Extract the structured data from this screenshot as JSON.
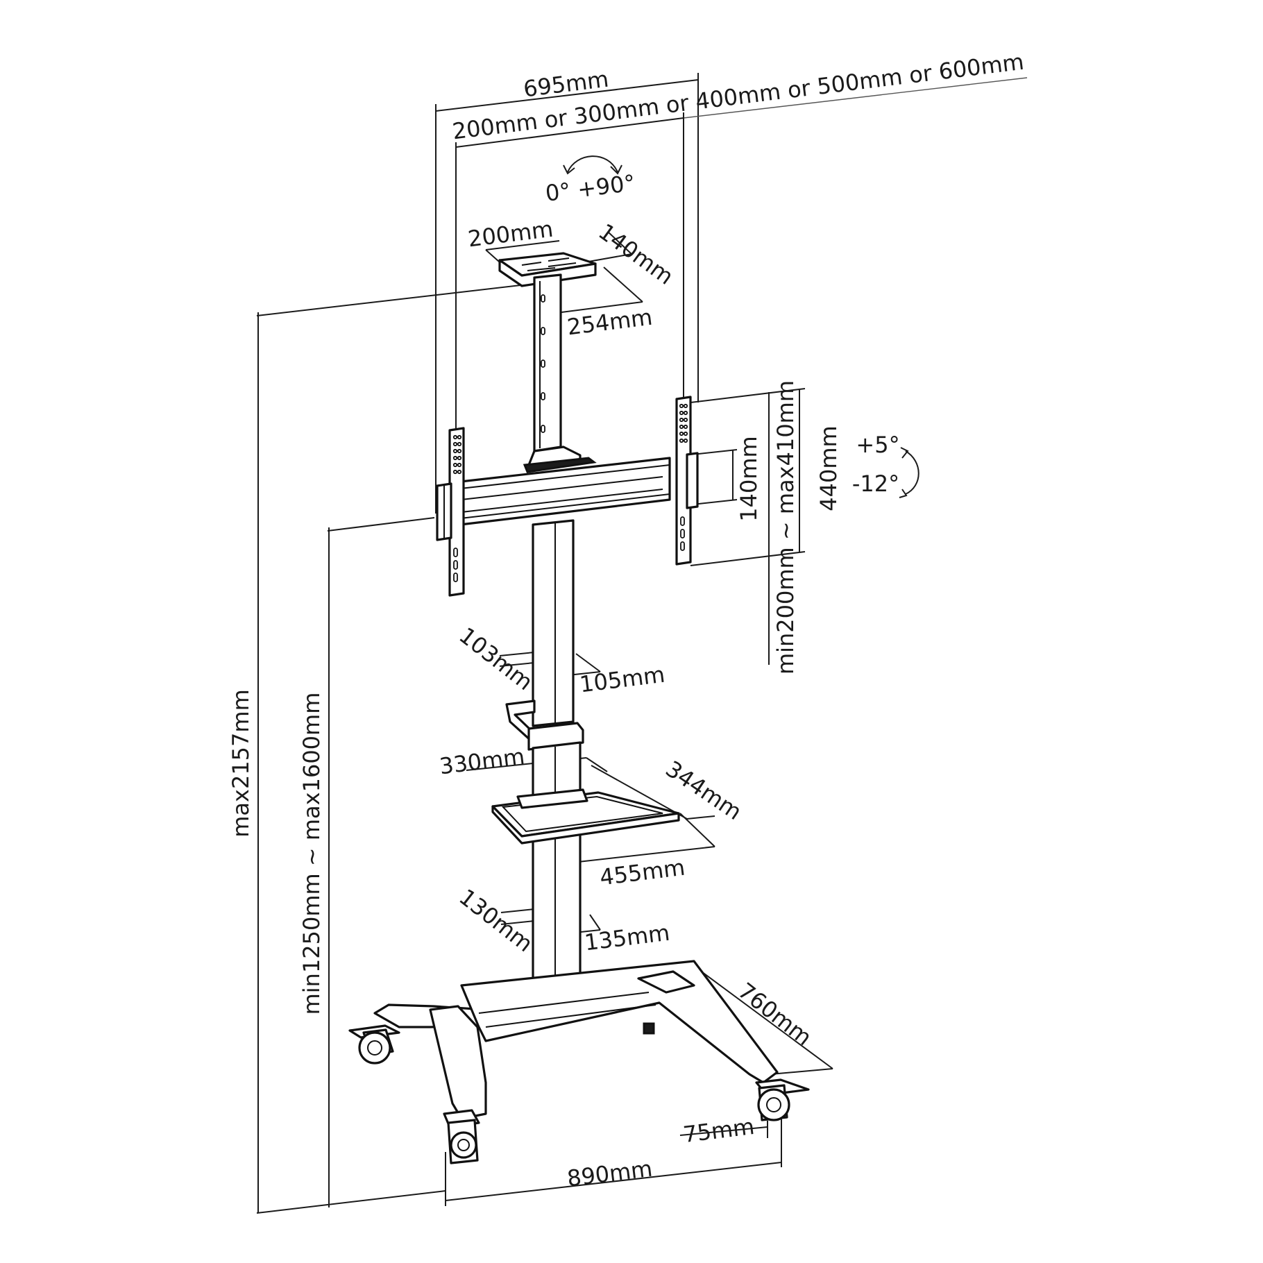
{
  "labels": {
    "total_width": "695mm",
    "vesa_width": "200mm or 300mm or 400mm or 500mm or 600mm",
    "rotation": "0°  +90°",
    "tray_width": "200mm",
    "tray_depth": "140mm",
    "tray_height": "254mm",
    "vesa_height_range": "min200mm ~ max410mm",
    "bracket_height": "440mm",
    "bracket_spacing": "140mm",
    "tilt_up": "+5°",
    "tilt_down": "-12°",
    "max_height": "max2157mm",
    "screen_center_range": "min1250mm ~ max1600mm",
    "upper_pole_depth": "103mm",
    "upper_pole_width": "105mm",
    "shelf_front": "330mm",
    "shelf_depth": "344mm",
    "shelf_back": "455mm",
    "lower_pole_depth": "130mm",
    "lower_pole_width": "135mm",
    "base_depth": "760mm",
    "caster_size": "75mm",
    "base_width": "890mm"
  }
}
